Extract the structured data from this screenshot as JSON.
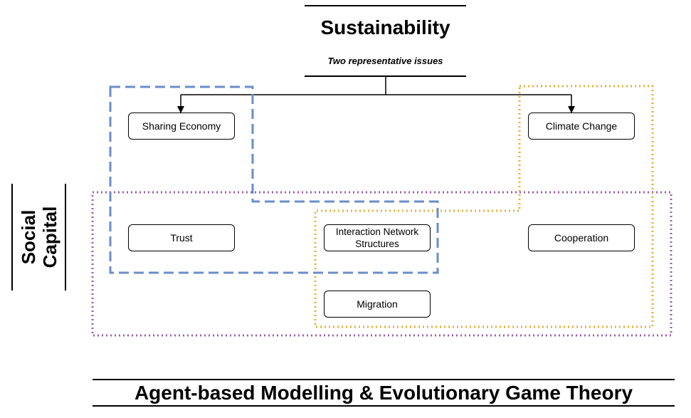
{
  "top": {
    "title": "Sustainability",
    "subtitle": "Two representative issues"
  },
  "side": {
    "title_line1": "Social",
    "title_line2": "Capital"
  },
  "bottom": {
    "title": "Agent-based Modelling & Evolutionary Game Theory"
  },
  "nodes": {
    "sharing_economy": "Sharing Economy",
    "climate_change": "Climate Change",
    "trust": "Trust",
    "interaction_line1": "Interaction Network",
    "interaction_line2": "Structures",
    "cooperation": "Cooperation",
    "migration": "Migration"
  },
  "colors": {
    "blue_group": "#6a8ec8",
    "gold_group": "#e0b13e",
    "purple_group": "#9a5fb0",
    "lines": "#000000"
  }
}
